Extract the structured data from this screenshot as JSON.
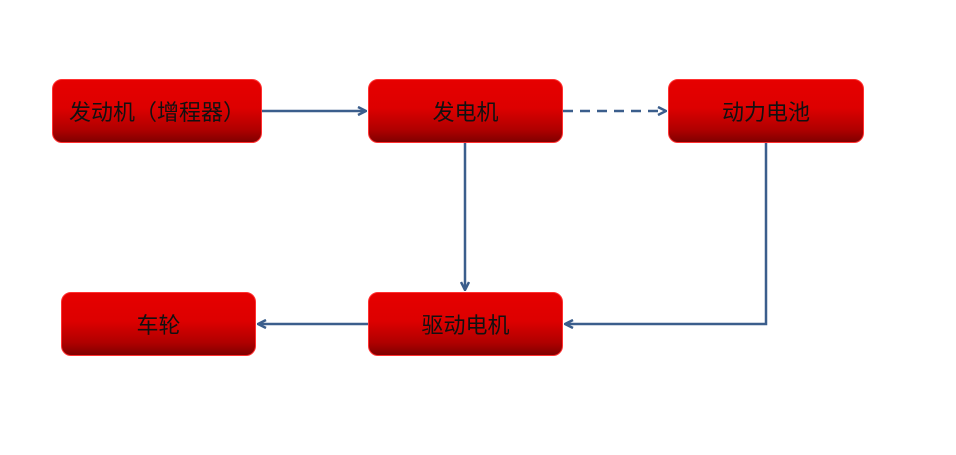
{
  "nodes": {
    "engine": "发动机（增程器）",
    "generator": "发电机",
    "battery": "动力电池",
    "wheels": "车轮",
    "drive_motor": "驱动电机"
  },
  "colors": {
    "box": "#dd0000",
    "arrow": "#3b5e8c"
  }
}
